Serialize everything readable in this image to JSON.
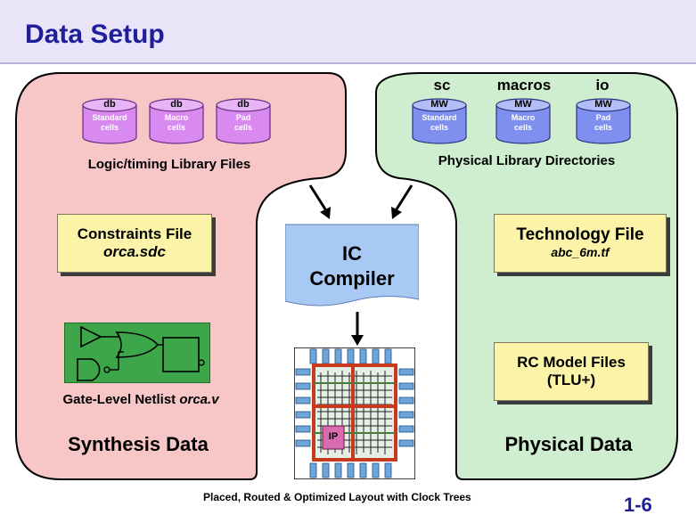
{
  "slide": {
    "title": "Data Setup",
    "page_number": "1-6",
    "caption": "Placed, Routed & Optimized Layout with Clock Trees"
  },
  "synthesis": {
    "title": "Synthesis Data",
    "library_label": "Logic/timing Library Files",
    "libraries": [
      {
        "top": "db",
        "line1": "Standard",
        "line2": "cells"
      },
      {
        "top": "db",
        "line1": "Macro",
        "line2": "cells"
      },
      {
        "top": "db",
        "line1": "Pad",
        "line2": "cells"
      }
    ],
    "constraints": {
      "line1": "Constraints File",
      "line2": "orca.sdc"
    },
    "netlist_label": "Gate-Level Netlist",
    "netlist_file": "orca.v"
  },
  "physical": {
    "title": "Physical Data",
    "library_label": "Physical Library Directories",
    "dir_names": [
      "sc",
      "macros",
      "io"
    ],
    "libraries": [
      {
        "top": "MW",
        "line1": "Standard",
        "line2": "cells"
      },
      {
        "top": "MW",
        "line1": "Macro",
        "line2": "cells"
      },
      {
        "top": "MW",
        "line1": "Pad",
        "line2": "cells"
      }
    ],
    "technology": {
      "line1": "Technology File",
      "line2": "abc_6m.tf"
    },
    "rc_model": {
      "line1": "RC Model Files",
      "line2": "(TLU+)"
    }
  },
  "compiler": {
    "line1": "IC",
    "line2": "Compiler"
  },
  "layout": {
    "ip_label": "IP"
  },
  "colors": {
    "title_text": "#1f1f9c",
    "title_bar": "#e9e4f7",
    "synthesis_region": "#f7c6c6",
    "physical_region": "#cfeecf",
    "db_cylinder": "#d98af0",
    "mw_cylinder": "#7f8ff0",
    "note_fill": "#faf3a8",
    "compiler_fill": "#a9c9f5",
    "netlist_panel": "#3da64b"
  }
}
